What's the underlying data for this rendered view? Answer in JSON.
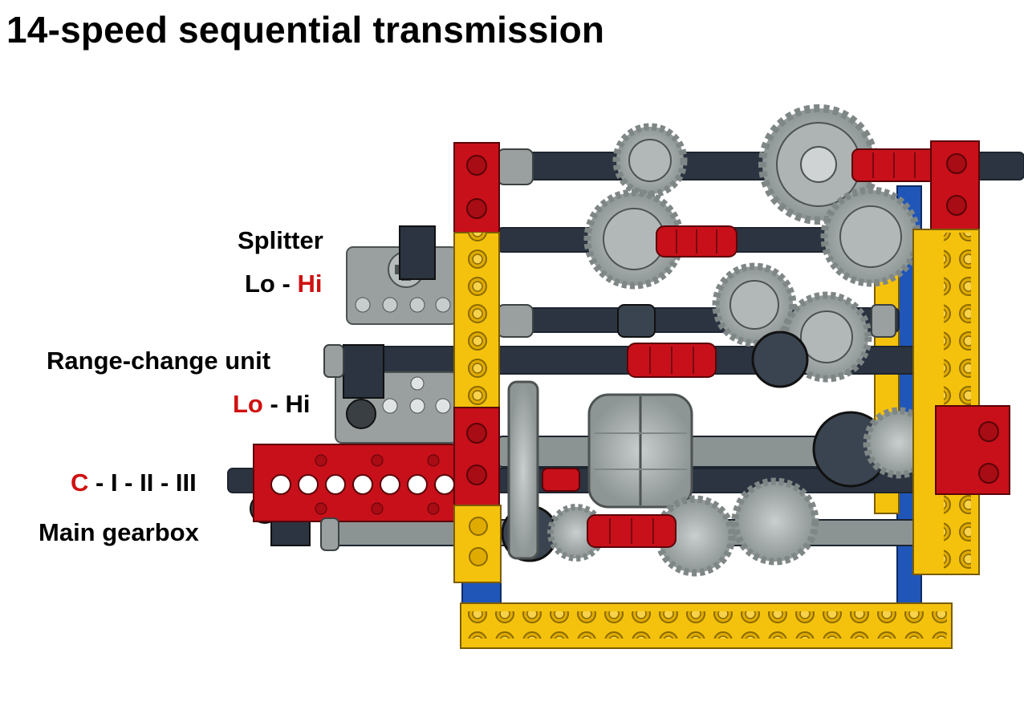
{
  "title": "14-speed sequential transmission",
  "labels": {
    "splitter": {
      "name": "Splitter",
      "lo": "Lo",
      "sep": " - ",
      "hi": "Hi"
    },
    "range": {
      "name": "Range-change unit",
      "lo": "Lo",
      "sep": " - ",
      "hi": "Hi"
    },
    "main": {
      "c": "C",
      "gears": " - I - II - III",
      "name": "Main gearbox"
    }
  },
  "colors": {
    "red_beam": "#c8101a",
    "yellow_beam": "#f4c20d",
    "blue_beam": "#1f56b8",
    "gray_part": "#9aa0a0",
    "dark_axle": "#2b3440",
    "label_red": "#d01010"
  }
}
